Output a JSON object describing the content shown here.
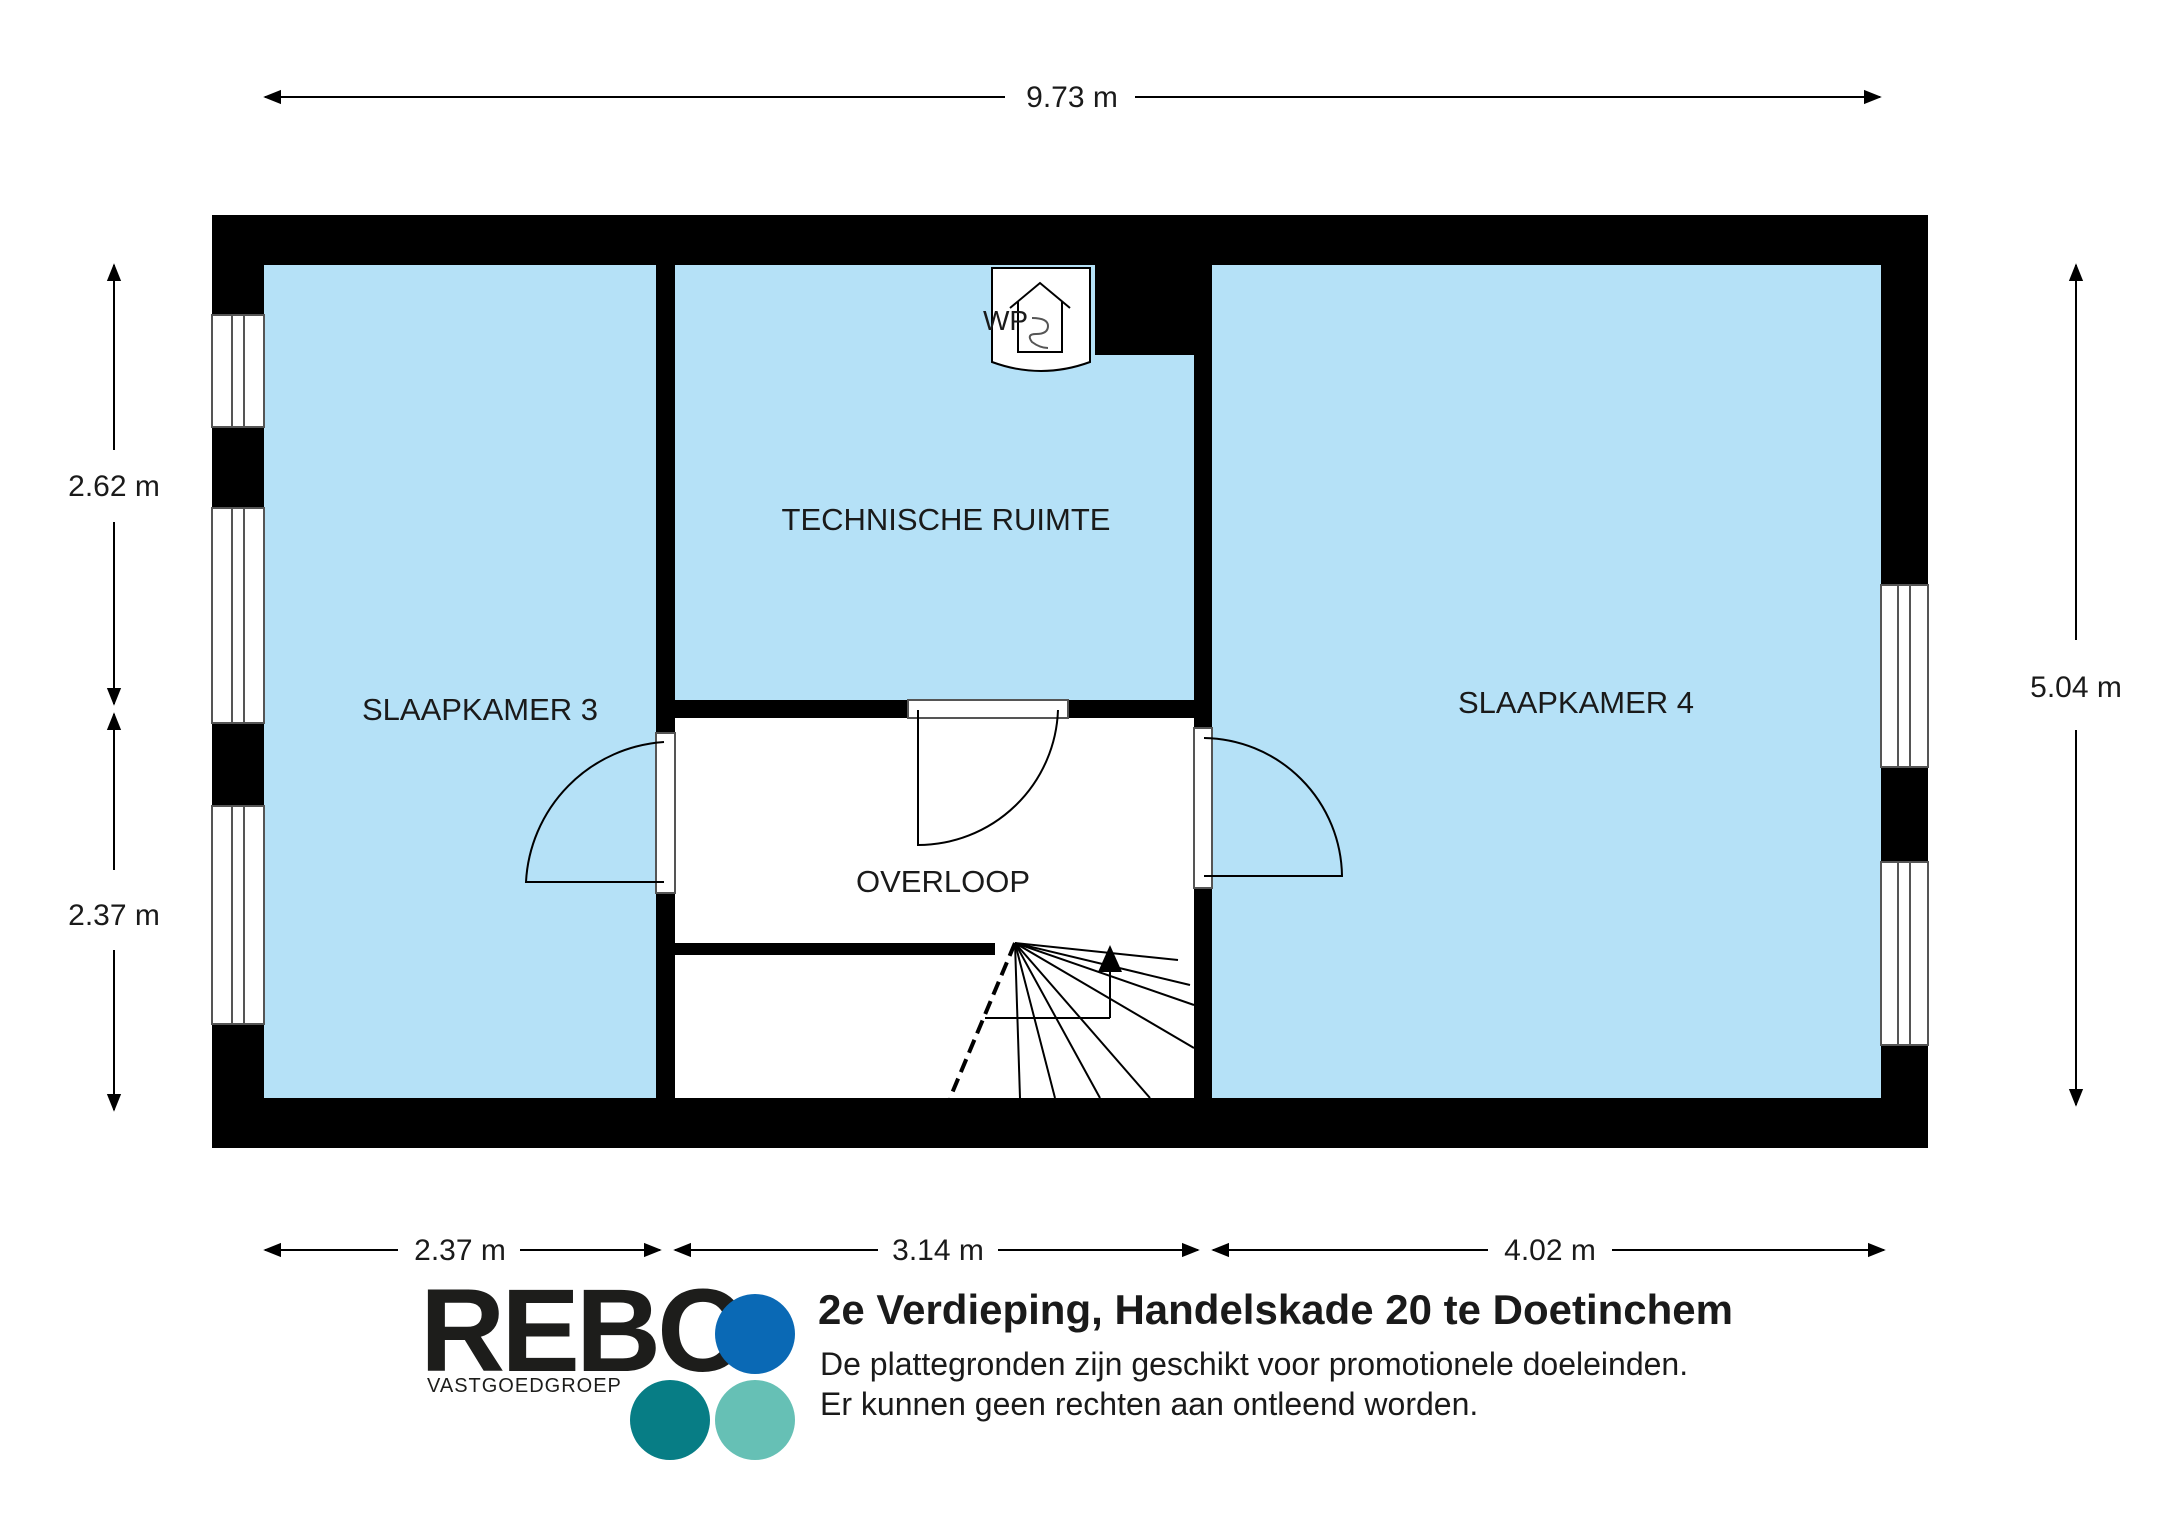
{
  "dimensions": {
    "total_width": "9.73 m",
    "left_upper": "2.62 m",
    "left_lower": "2.37 m",
    "right_height": "5.04 m",
    "bottom_left": "2.37 m",
    "bottom_middle": "3.14 m",
    "bottom_right": "4.02 m"
  },
  "rooms": {
    "slaapkamer3": "SLAAPKAMER 3",
    "technische": "TECHNISCHE RUIMTE",
    "overloop": "OVERLOOP",
    "slaapkamer4": "SLAAPKAMER 4",
    "wp": "WP"
  },
  "footer": {
    "title": "2e Verdieping, Handelskade 20 te Doetinchem",
    "line1": "De plattegronden zijn geschikt voor promotionele doeleinden.",
    "line2": "Er kunnen geen rechten aan ontleend worden."
  },
  "logo": {
    "word": "REBO",
    "sub": "VASTGOEDGROEP"
  },
  "colors": {
    "room_fill": "#b5e1f7",
    "wall": "#000000",
    "logo_blue": "#0a69b5",
    "logo_teal": "#077d85",
    "logo_mint": "#66c0b5"
  },
  "icons": {
    "heat_pump": "heat-pump-icon",
    "stairs_arrow": "arrow-up-icon"
  }
}
